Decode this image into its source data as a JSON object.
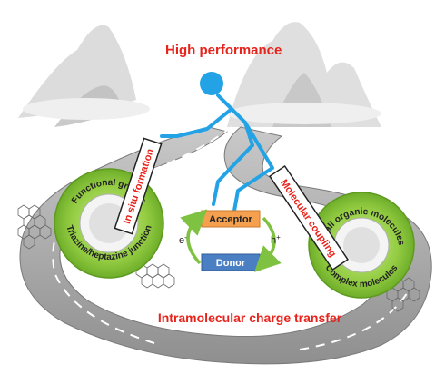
{
  "title": "High performance",
  "bottom_label": "Intramolecular charge transfer",
  "frame_labels": {
    "left": "In situ formation",
    "right": "Molecular coupling"
  },
  "left_wheel": {
    "top_text": "Functional groups",
    "bottom_text": "Triazine/heptazine junction"
  },
  "right_wheel": {
    "top_text": "Small organic molecules",
    "bottom_text": "Complex molecules"
  },
  "acceptor": "Acceptor",
  "donor": "Donor",
  "electron": "e",
  "electron_sup": "-",
  "hole": "h",
  "hole_sup": "+",
  "colors": {
    "title_red": "#e8231b",
    "rider_blue": "#23a3e6",
    "wheel_green": "#8dc63f",
    "acceptor_orange": "#f5a04e",
    "donor_blue": "#4a7fc4",
    "arrow_green": "#7fc242",
    "road": "#a9a9a9"
  }
}
